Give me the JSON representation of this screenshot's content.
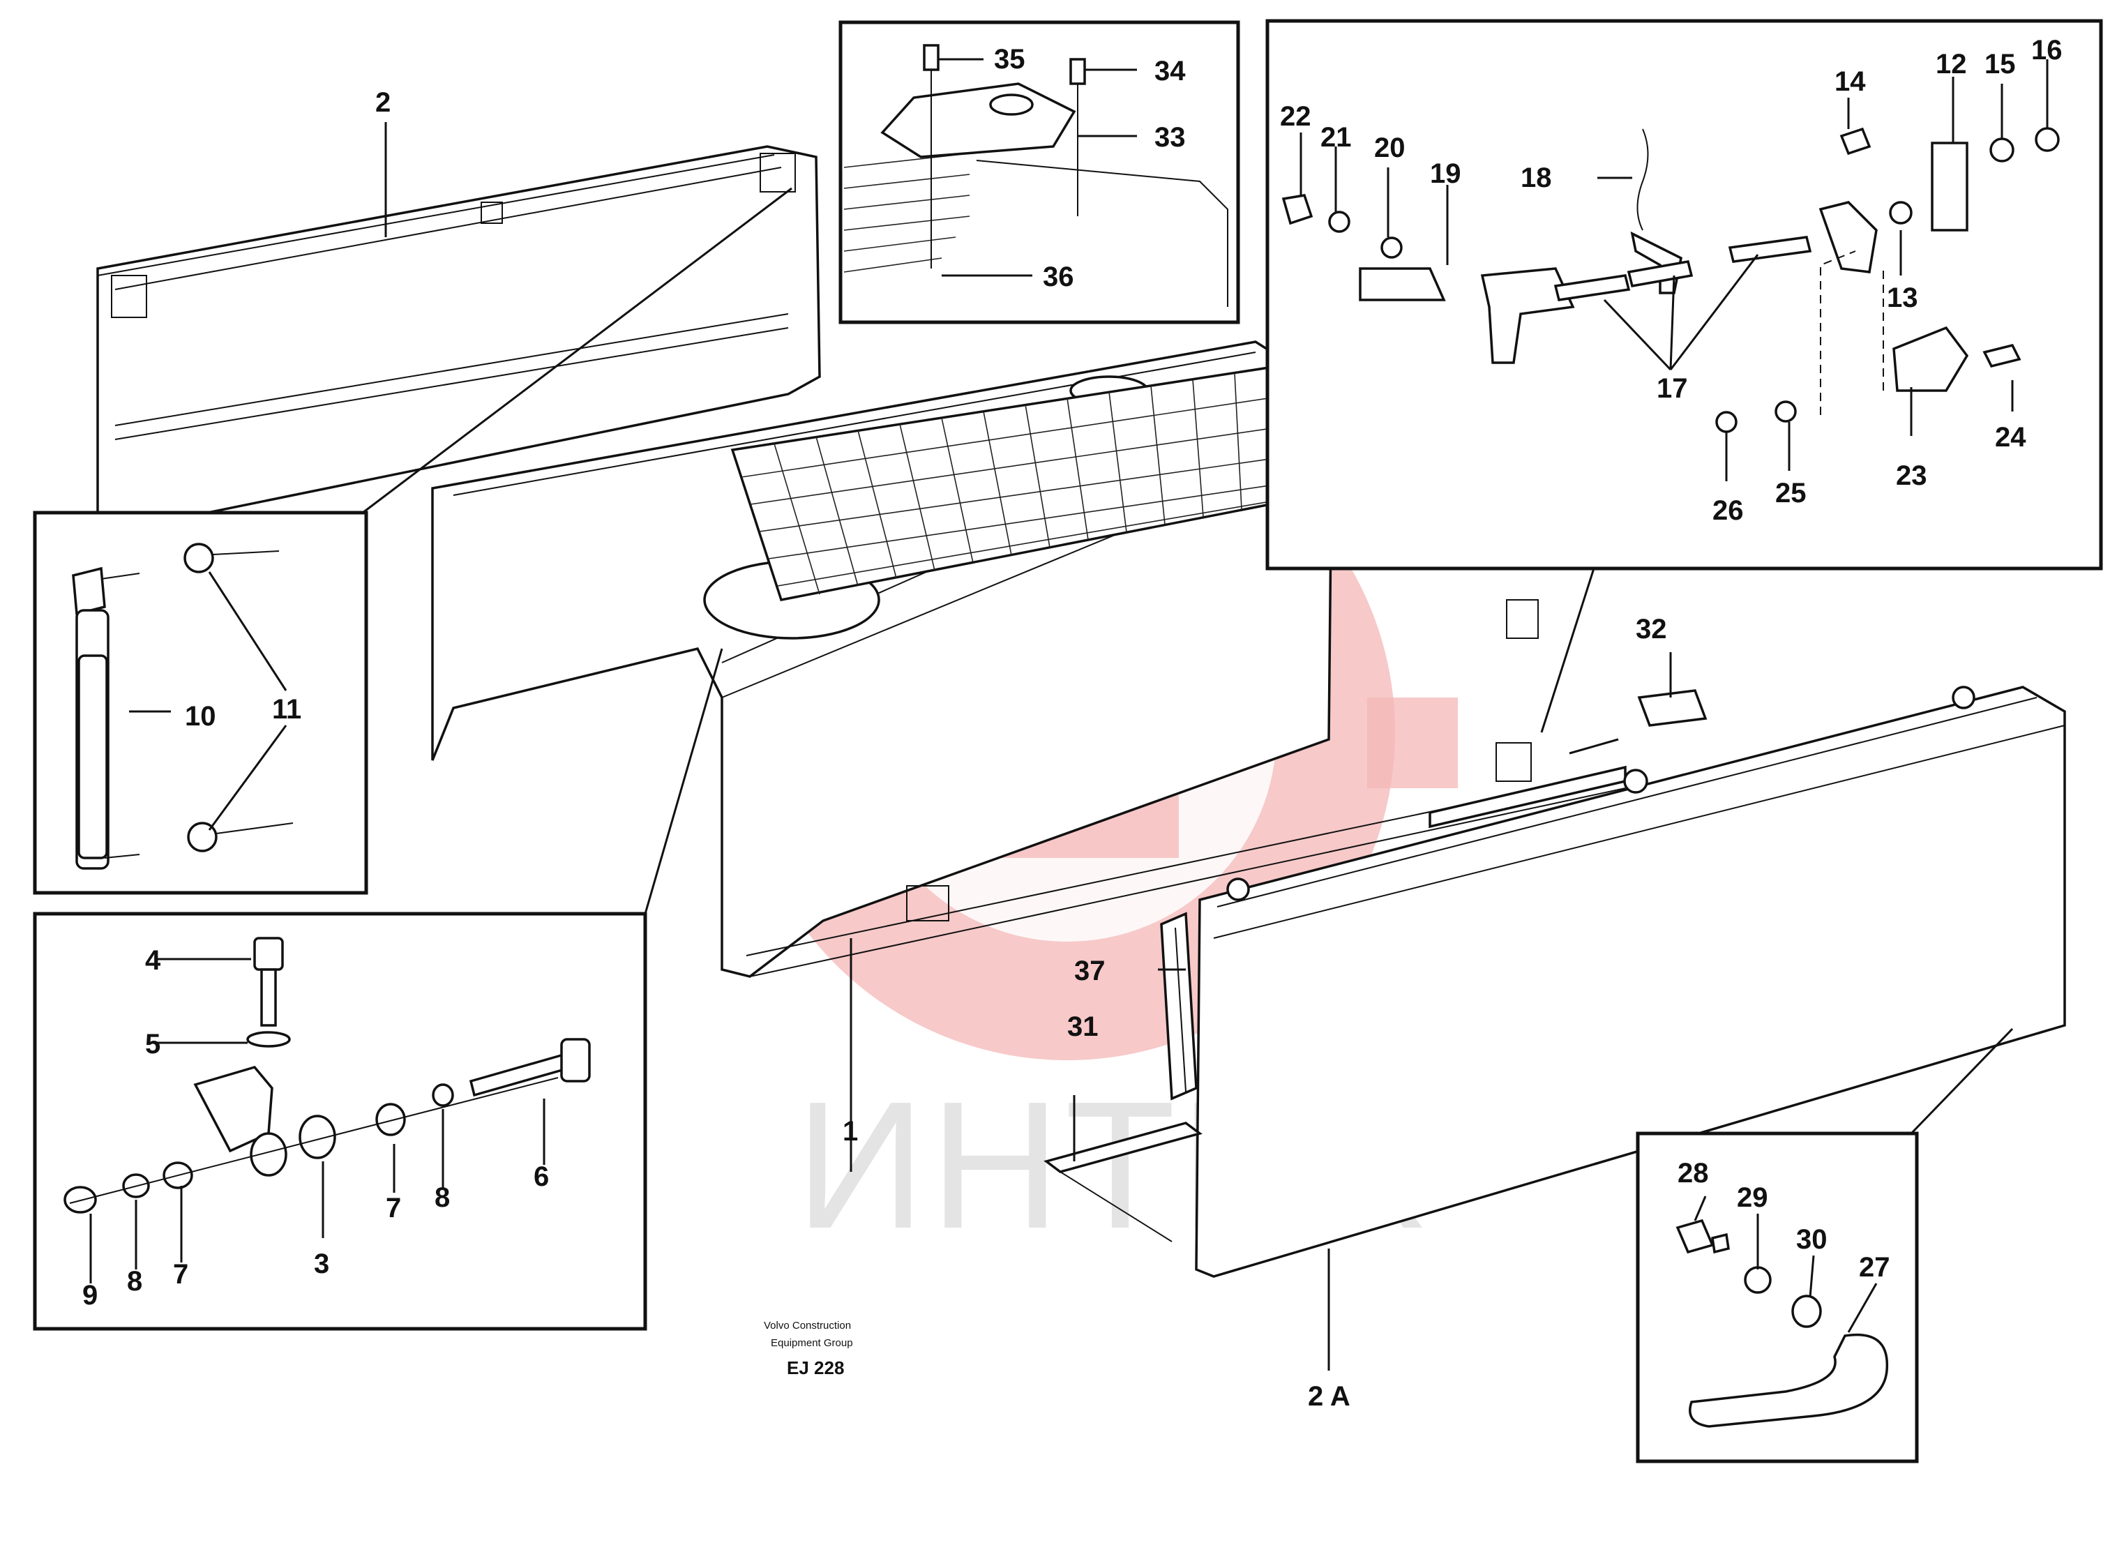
{
  "watermark": {
    "text": "ИНТЕХ",
    "color": "#f4b7b7"
  },
  "footer": {
    "line1": "Volvo Construction",
    "line2": "Equipment Group",
    "code": "EJ 228"
  },
  "callouts": {
    "c1": "1",
    "c2": "2",
    "c2a": "2 A",
    "c3": "3",
    "c4": "4",
    "c5": "5",
    "c6": "6",
    "c7a": "7",
    "c7b": "7",
    "c8a": "8",
    "c8b": "8",
    "c9": "9",
    "c10": "10",
    "c11": "11",
    "c12": "12",
    "c13": "13",
    "c14": "14",
    "c15": "15",
    "c16": "16",
    "c17": "17",
    "c18": "18",
    "c19": "19",
    "c20": "20",
    "c21": "21",
    "c22": "22",
    "c23": "23",
    "c24": "24",
    "c25": "25",
    "c26": "26",
    "c27": "27",
    "c28": "28",
    "c29": "29",
    "c30": "30",
    "c31": "31",
    "c32": "32",
    "c33": "33",
    "c34": "34",
    "c35": "35",
    "c36": "36",
    "c37": "37"
  }
}
